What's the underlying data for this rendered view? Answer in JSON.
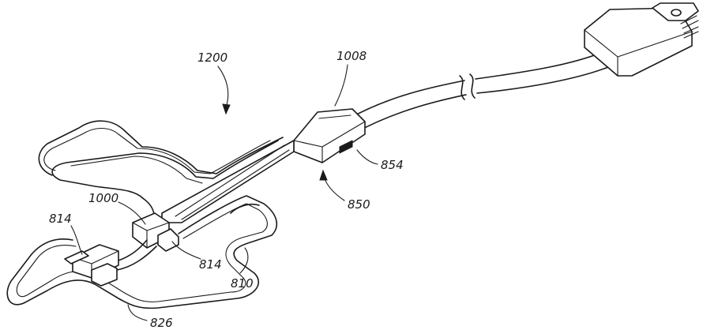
{
  "figure": {
    "ref_labels": {
      "assembly": "1200",
      "connector": "1008",
      "connector_tab": "854",
      "plug_end": "850",
      "attachment_base": "1000",
      "clip_left": "814",
      "clip_right": "814",
      "pad_outline": "810",
      "pad_tip": "826"
    }
  }
}
